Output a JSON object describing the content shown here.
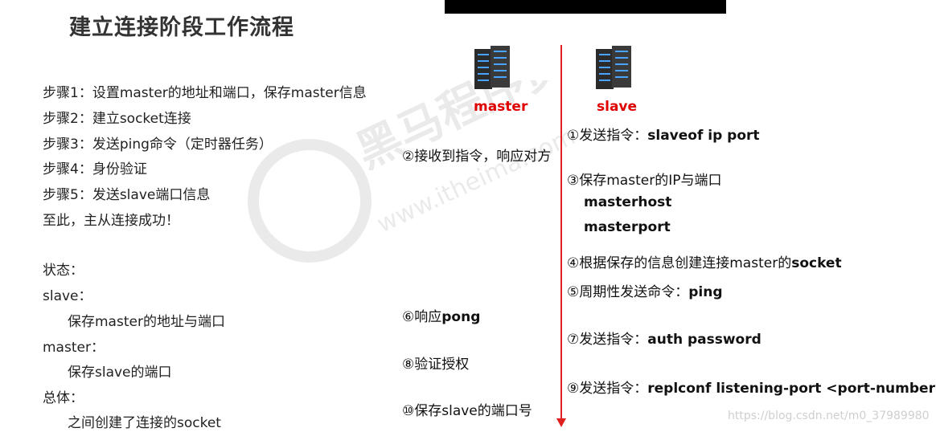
{
  "title": "建立连接阶段工作流程",
  "steps": [
    "步骤1：设置master的地址和端口，保存master信息",
    "步骤2：建立socket连接",
    "步骤3：发送ping命令（定时器任务）",
    "步骤4：身份验证",
    "步骤5：发送slave端口信息",
    "至此，主从连接成功！"
  ],
  "state": {
    "heading": "状态：",
    "slave_label": "slave：",
    "slave_desc": "保存master的地址与端口",
    "master_label": "master：",
    "master_desc": "保存slave的端口",
    "overall_label": "总体：",
    "overall_desc": "之间创建了连接的socket"
  },
  "nodes": {
    "master": "master",
    "slave": "slave"
  },
  "slave_steps": {
    "s1_prefix": "①发送指令：",
    "s1_cmd": "slaveof  ip  port",
    "s3": "③保存master的IP与端口",
    "s3_host": "masterhost",
    "s3_port": "masterport",
    "s4_prefix": "④根据保存的信息创建连接master的",
    "s4_bold": "socket",
    "s5_prefix": "⑤周期性发送命令：",
    "s5_cmd": "ping",
    "s7_prefix": "⑦发送指令：",
    "s7_cmd": "auth  password",
    "s9_prefix": "⑨发送指令：",
    "s9_cmd": "replconf listening-port <port-number>"
  },
  "master_steps": {
    "s2": "②接收到指令，响应对方",
    "s6_prefix": "⑥响应",
    "s6_bold": "pong",
    "s8": "⑧验证授权",
    "s10": "⑩保存slave的端口号"
  },
  "watermark": {
    "brand": "黑马程序员",
    "url": "www.itheima.com"
  },
  "source_watermark": "https://blog.csdn.net/m0_37989980",
  "colors": {
    "accent_red": "#e00000",
    "timeline_red": "#e02020",
    "title": "#333333"
  },
  "icons": [
    "server-icon",
    "server-icon"
  ]
}
